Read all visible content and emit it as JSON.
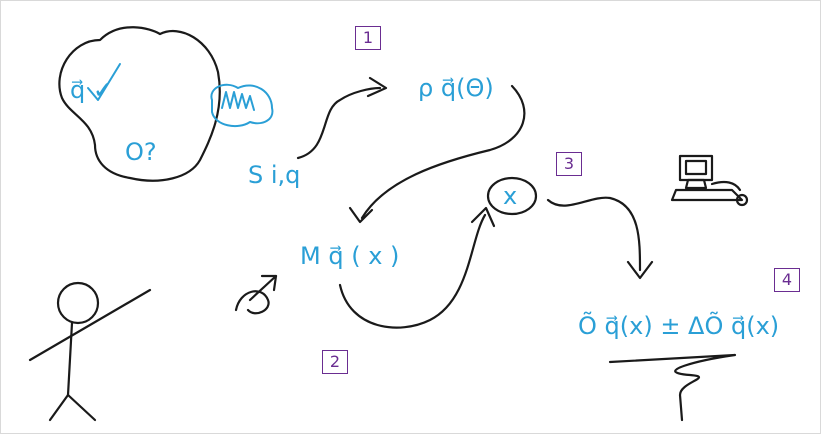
{
  "labels": {
    "blob_mark": "q⃗ ✓",
    "blob_question": "O?",
    "source": "S i,q",
    "step1_formula": "ρ q⃗(Θ)",
    "x_node": "x",
    "measure": "M q⃗ ( x )",
    "result": "Õ q⃗(x) ± ΔÕ q⃗(x)"
  },
  "steps": [
    "1",
    "2",
    "3",
    "4"
  ],
  "colors": {
    "ink": "#1a1a1a",
    "blue": "#2a9fd6",
    "purple": "#6a2d91"
  },
  "icons": [
    "computer-icon",
    "stick-figure-icon",
    "hand-lens-icon"
  ]
}
